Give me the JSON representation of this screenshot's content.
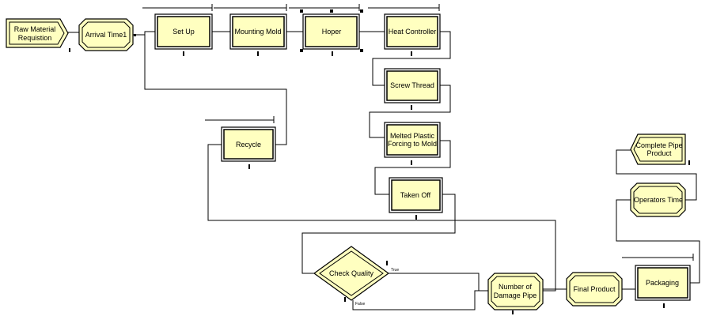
{
  "modules": {
    "raw_material": {
      "line1": "Raw Material",
      "line2": "Requistion"
    },
    "arrival_time": {
      "label": "Arrival Time1"
    },
    "set_up": {
      "label": "Set Up"
    },
    "mounting_mold": {
      "label": "Mounting Mold"
    },
    "hoper": {
      "label": "Hoper"
    },
    "heat_controller": {
      "label": "Heat Controller"
    },
    "screw_thread": {
      "label": "Screw Thread"
    },
    "melted_plastic": {
      "line1": "Melted Plastic",
      "line2": "Forcing to Mold"
    },
    "taken_off": {
      "label": "Taken Off"
    },
    "recycle": {
      "label": "Recycle"
    },
    "check_quality": {
      "label": "Check Quality",
      "true_label": "True",
      "false_label": "False"
    },
    "number_damage": {
      "line1": "Number of",
      "line2": "Damage Pipe"
    },
    "final_product": {
      "label": "Final Product"
    },
    "packaging": {
      "label": "Packaging"
    },
    "operators_time": {
      "label": "Operators Time"
    },
    "complete_pipe": {
      "line1": "Complete Pipe",
      "line2": "Product"
    }
  },
  "colors": {
    "fill": "#ffffc0",
    "stroke": "#000000",
    "bevel": "#c8c8c8"
  }
}
